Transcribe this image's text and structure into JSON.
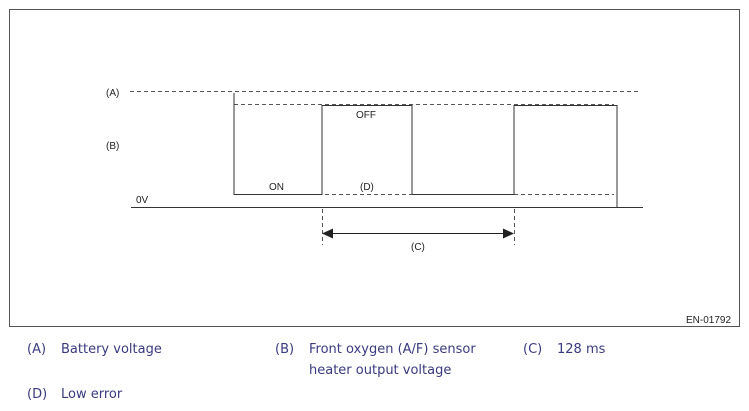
{
  "figure": {
    "labels": {
      "a": "(A)",
      "b": "(B)",
      "c": "(C)",
      "d": "(D)",
      "zero": "0V",
      "on": "ON",
      "off": "OFF"
    },
    "code": "EN-01792"
  },
  "legend": [
    {
      "key": "(A)",
      "lines": [
        "Battery voltage"
      ]
    },
    {
      "key": "(B)",
      "lines": [
        "Front oxygen (A/F) sensor",
        "heater output voltage"
      ]
    },
    {
      "key": "(C)",
      "lines": [
        "128 ms"
      ]
    },
    {
      "key": "(D)",
      "lines": [
        "Low error"
      ]
    }
  ]
}
